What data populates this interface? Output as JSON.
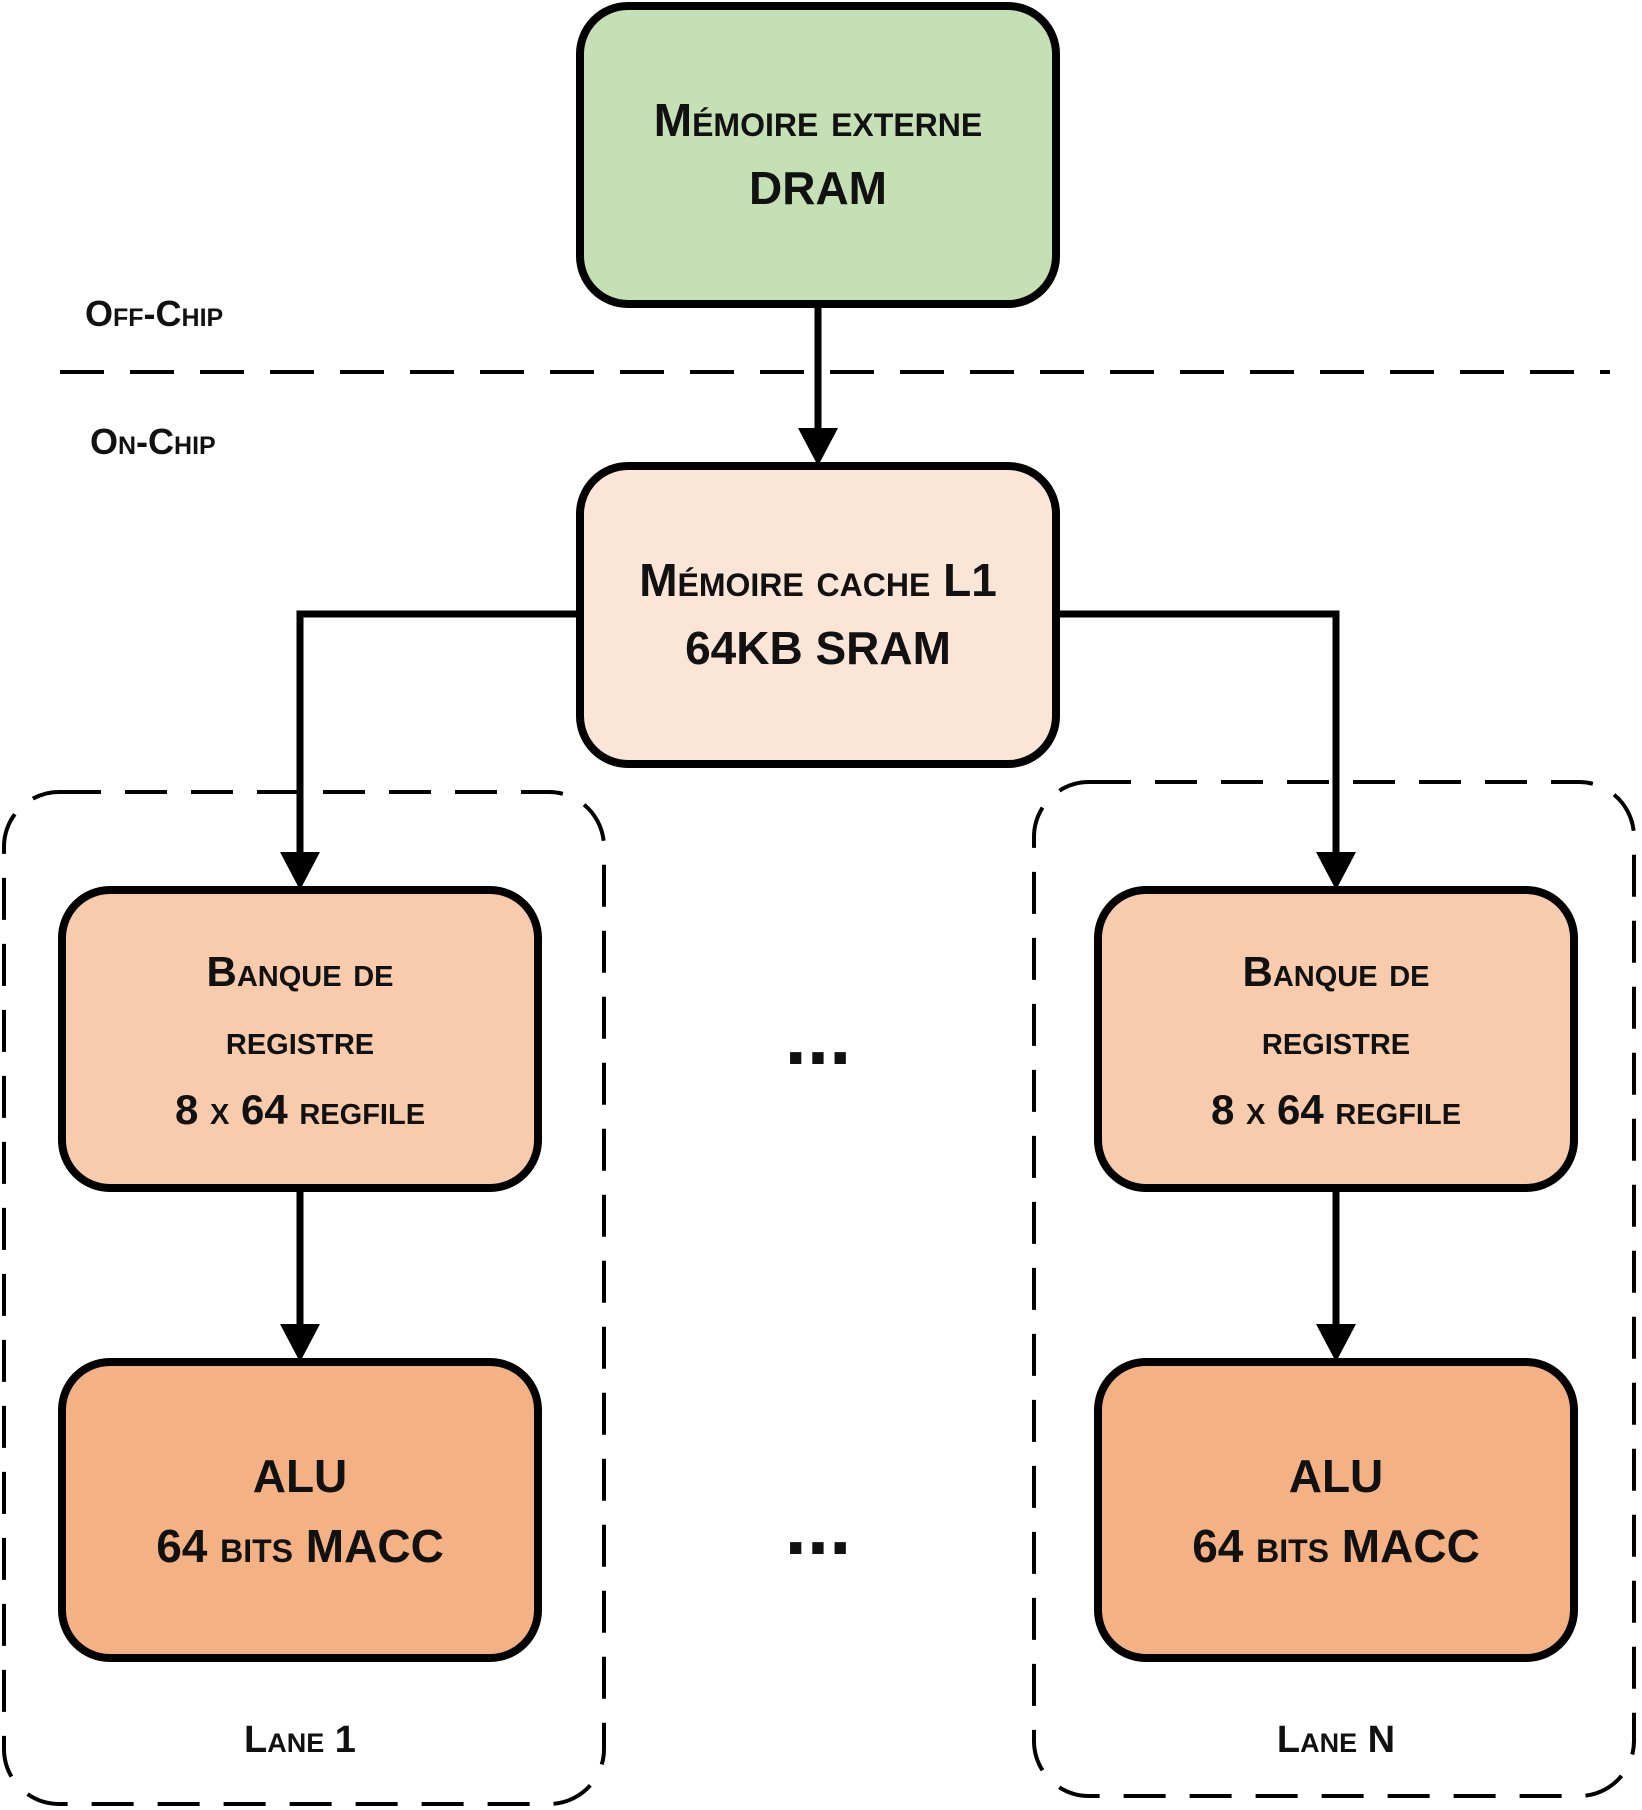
{
  "zones": {
    "off_chip": "Off-Chip",
    "on_chip": "On-Chip"
  },
  "nodes": {
    "dram": {
      "line1": "Mémoire externe",
      "line2": "DRAM"
    },
    "cache": {
      "line1": "Mémoire cache L1",
      "line2": "64KB SRAM"
    },
    "lanes": [
      {
        "label": "Lane 1",
        "regfile": {
          "line1": "Banque de",
          "line2": "registre",
          "line3": "8 x 64 regfile"
        },
        "alu": {
          "line1": "ALU",
          "line2": "64 bits MACC"
        }
      },
      {
        "label": "Lane N",
        "regfile": {
          "line1": "Banque de",
          "line2": "registre",
          "line3": "8 x 64 regfile"
        },
        "alu": {
          "line1": "ALU",
          "line2": "64 bits MACC"
        }
      }
    ]
  },
  "ellipsis": "...",
  "colors": {
    "dram_fill": "#c5e0b4",
    "cache_fill": "#fbe5d6",
    "regfile_fill": "#f8cbad",
    "alu_fill": "#f4b183",
    "line": "#000000"
  }
}
